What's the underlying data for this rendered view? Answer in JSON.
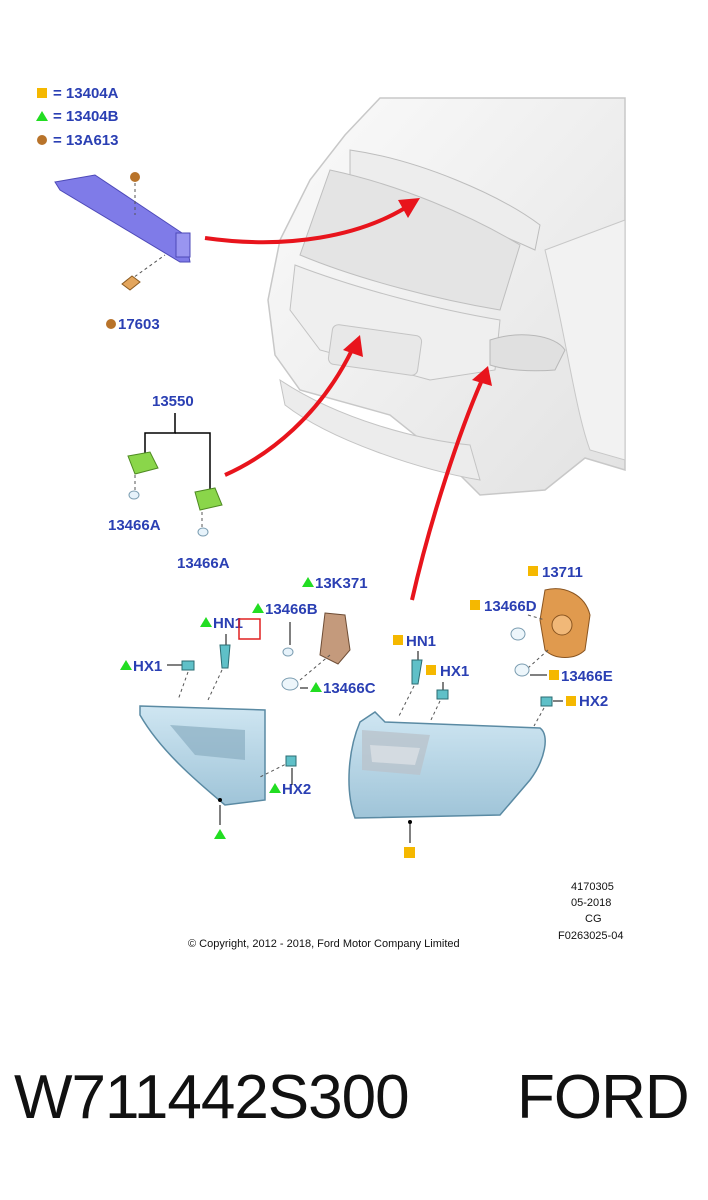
{
  "colors": {
    "label": "#2a3fb3",
    "square_marker": "#f5b800",
    "triangle_marker": "#22dd22",
    "circle_marker": "#b8732a",
    "arrow": "#e8141c",
    "highlight_box": "#e02020"
  },
  "legend": [
    {
      "symbol": "square-icon",
      "text": "= 13404A"
    },
    {
      "symbol": "triangle-icon",
      "text": "= 13404B"
    },
    {
      "symbol": "circle-icon",
      "text": "= 13A613"
    }
  ],
  "labels": {
    "p17603": "17603",
    "p13550": "13550",
    "p13466A_1": "13466A",
    "p13466A_2": "13466A",
    "p13K371": "13K371",
    "p13466B": "13466B",
    "pHN1_left": "HN1",
    "pHX1_left": "HX1",
    "p13466C": "13466C",
    "pHX2_left": "HX2",
    "p13711": "13711",
    "p13466D": "13466D",
    "pHN1_right": "HN1",
    "pHX1_right": "HX1",
    "p13466E": "13466E",
    "pHX2_right": "HX2"
  },
  "footer": {
    "ref_number": "4170305",
    "date": "05-2018",
    "code": "CG",
    "figure_id": "F0263025-04",
    "copyright": "© Copyright, 2012 - 2018, Ford Motor Company Limited"
  },
  "product": {
    "part_number": "W711442S300",
    "brand": "FORD"
  }
}
